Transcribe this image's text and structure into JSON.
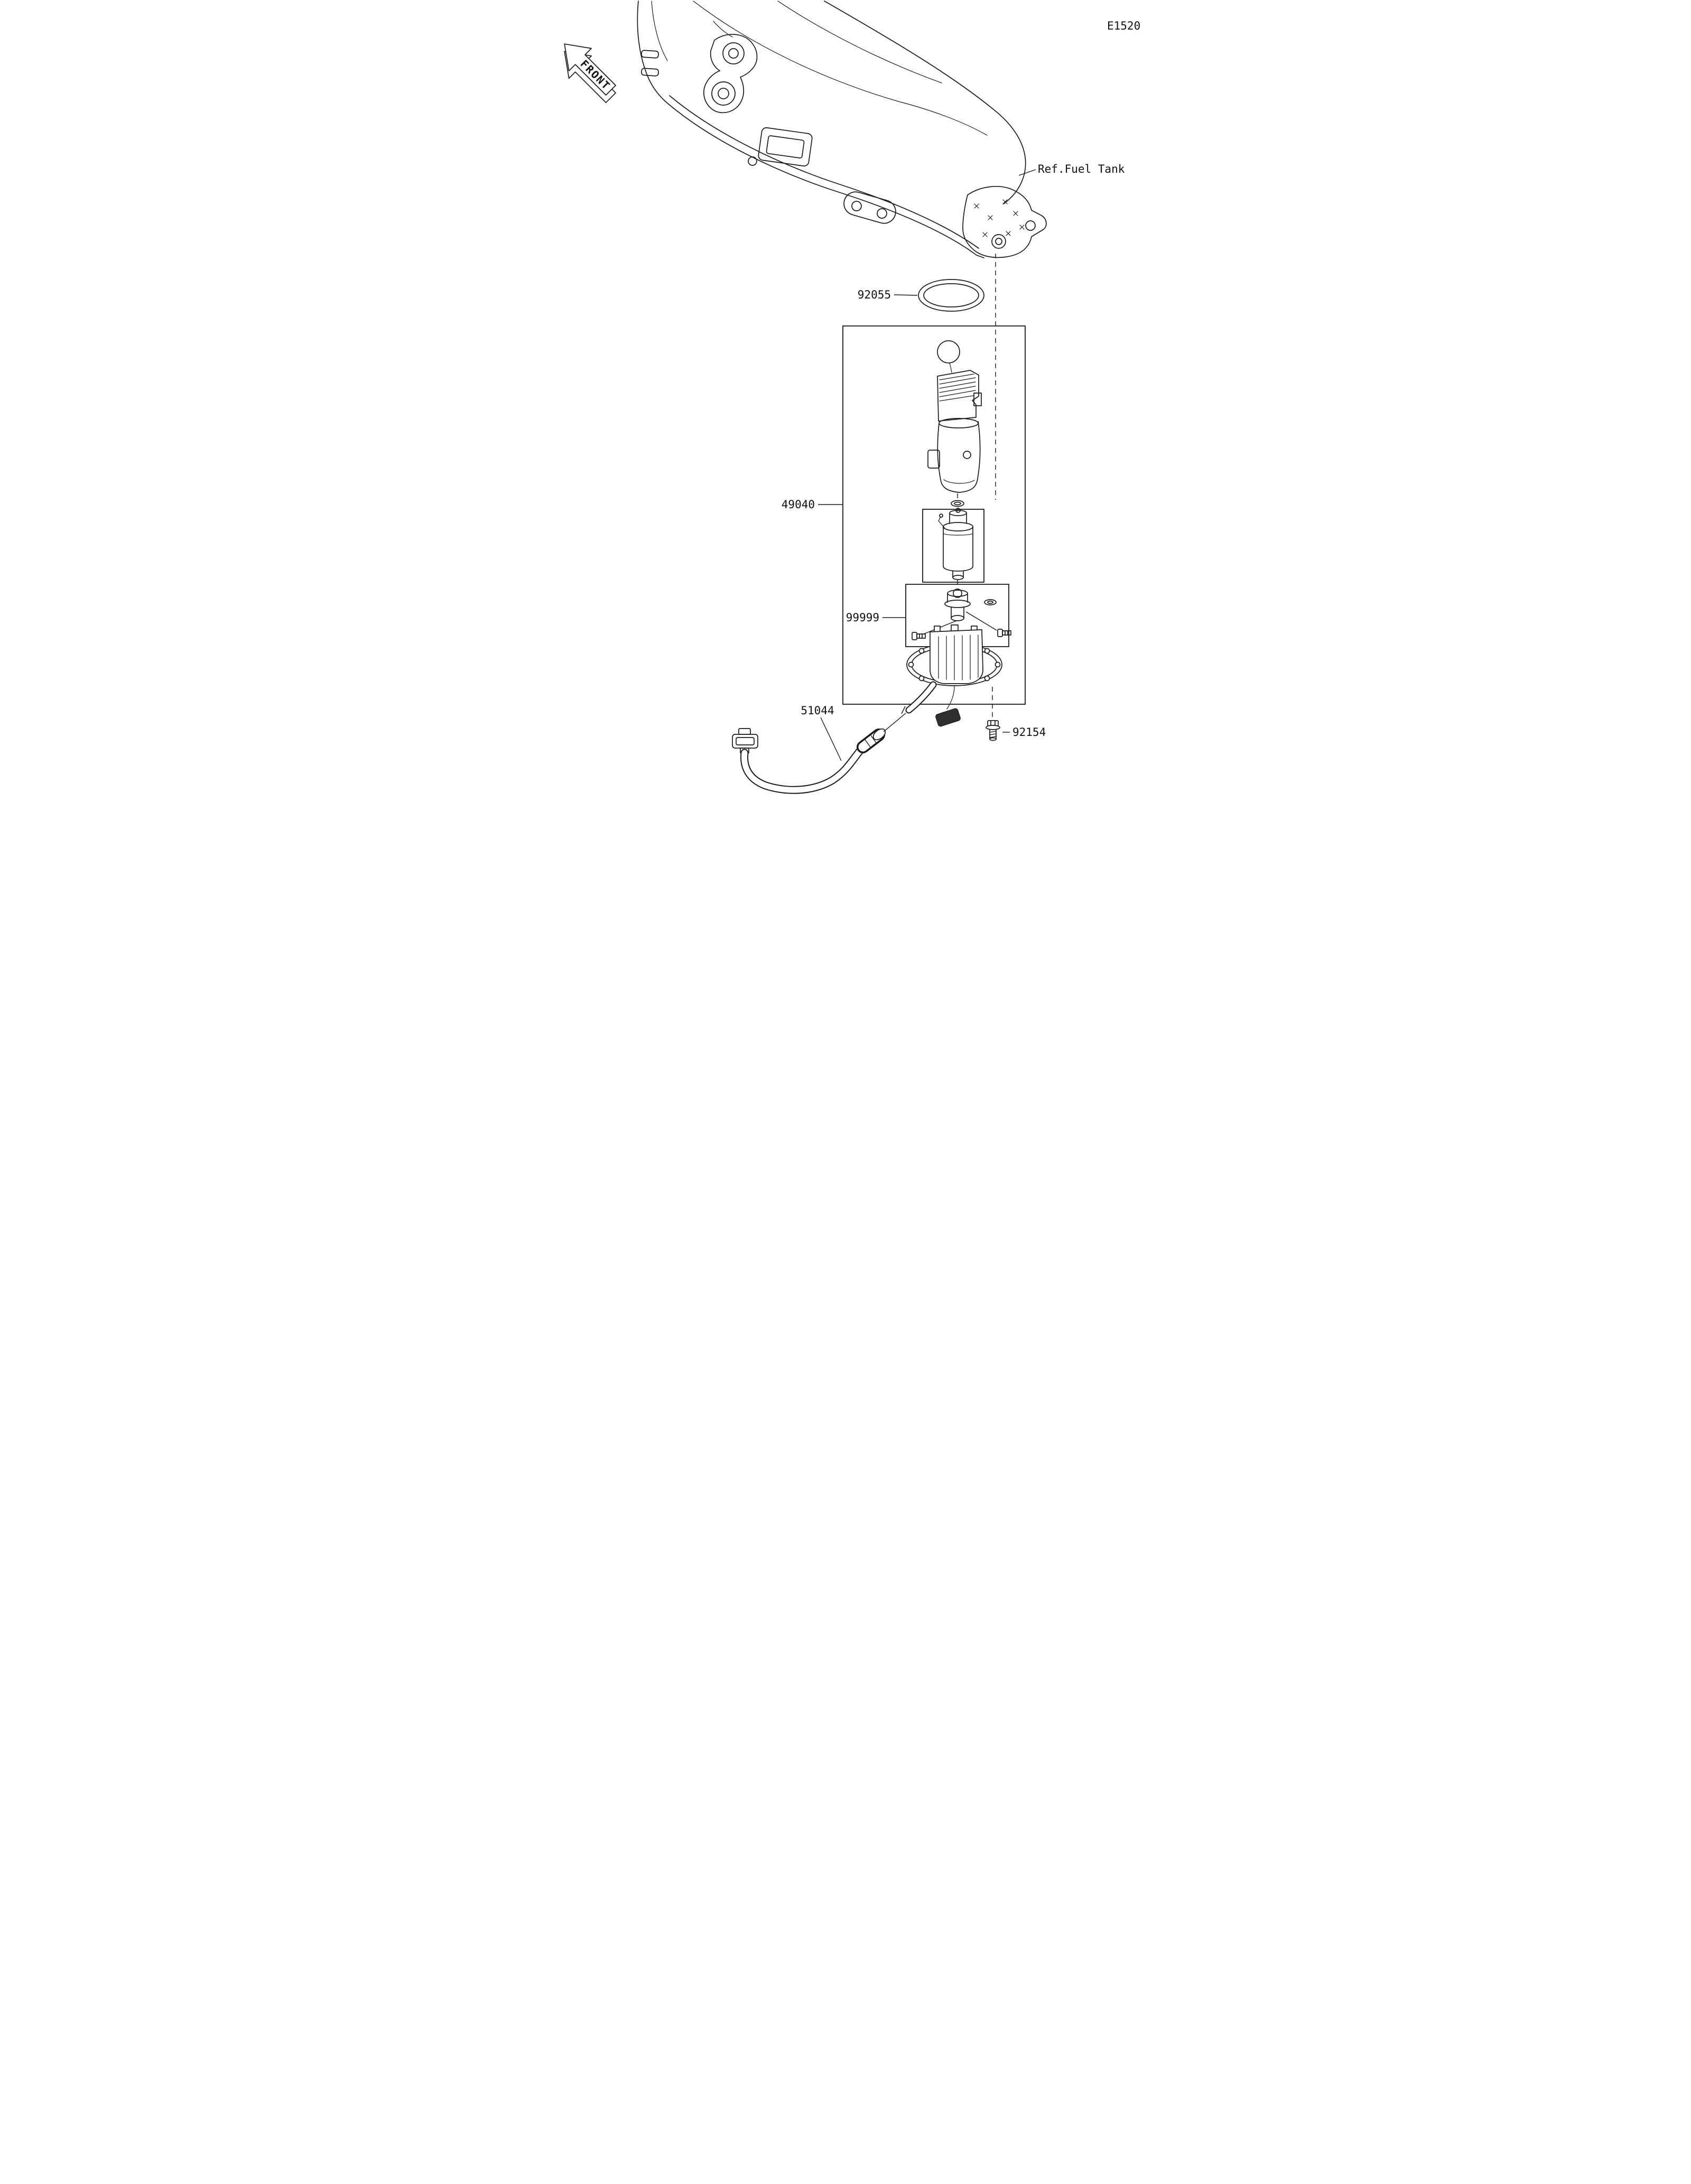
{
  "diagram": {
    "code": "E1520",
    "front_arrow": {
      "label": "FRONT"
    },
    "reference": {
      "label": "Ref.Fuel Tank"
    },
    "callouts": {
      "oring": "92055",
      "pump_assembly": "49040",
      "sub_assembly": "99999",
      "hose": "51044",
      "bolt": "92154"
    }
  }
}
